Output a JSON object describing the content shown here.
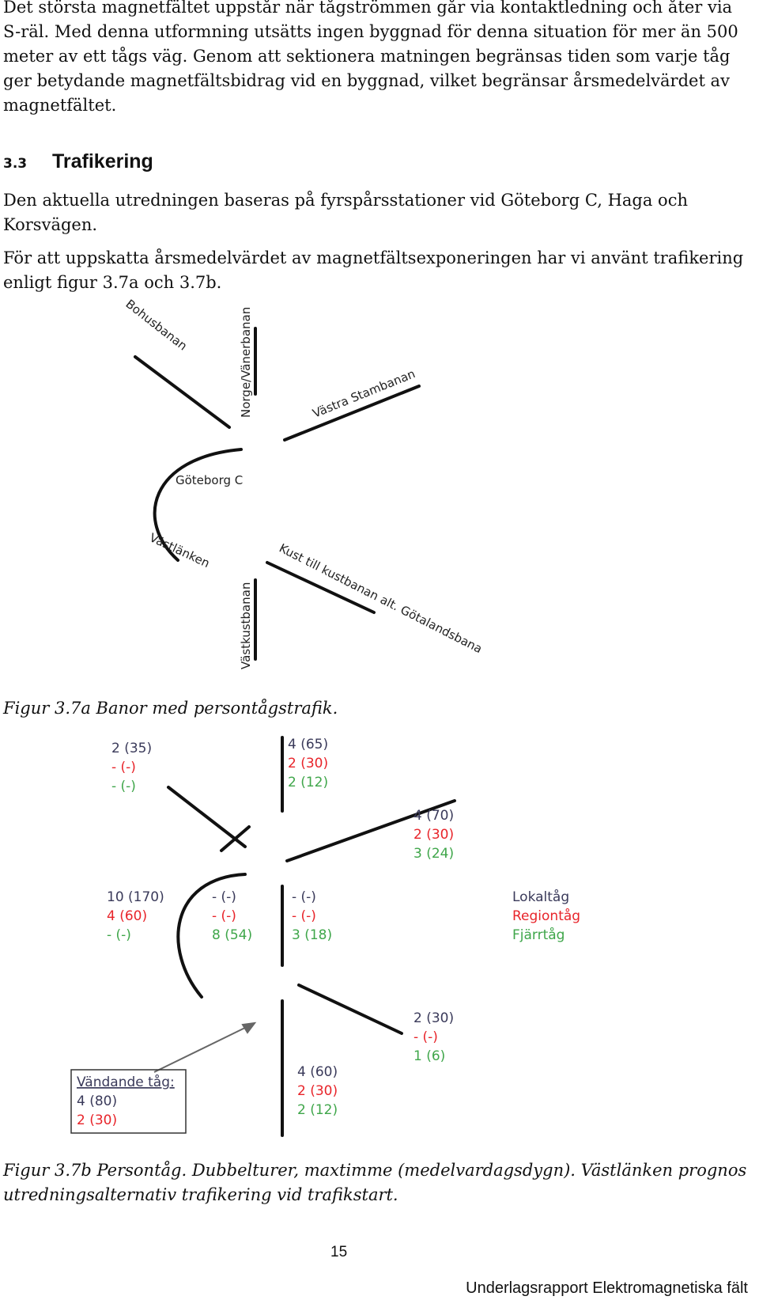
{
  "intro_paragraph": "Det största magnetfältet uppstår när tågströmmen går via kontaktledning och åter via S-räl. Med denna utformning utsätts ingen byggnad för denna situation för mer än 500 meter av ett tågs väg. Genom att sektionera matningen begränsas tiden som varje tåg ger betydande magnetfältsbidrag vid en byggnad, vilket begränsar årsmedelvärdet av magnetfältet.",
  "section": {
    "number": "3.3",
    "title": "Trafikering"
  },
  "paragraph_2": "Den aktuella utredningen baseras på fyrspårsstationer vid Göteborg C, Haga och Korsvägen.",
  "paragraph_3": "För att uppskatta årsmedelvärdet av magnetfältsexponeringen har vi använt trafikering enligt figur 3.7a och 3.7b.",
  "figure_a": {
    "labels": {
      "bohusbanan": "Bohusbanan",
      "norge": "Norge/Vänerbanan",
      "vastra": "Västra Stambanan",
      "goteborg": "Göteborg C",
      "vastlanken": "Västlänken",
      "kust": "Kust till kustbanan  alt.  Götalandsbana",
      "vastkust": "Västkustbanan"
    },
    "caption": "Figur 3.7a Banor med persontågstrafik."
  },
  "figure_b": {
    "groups": {
      "bohus": [
        "2 (35)",
        "-  (-)",
        "-  (-)"
      ],
      "norge": [
        "4 (65)",
        "2 (30)",
        "2 (12)"
      ],
      "vastra": [
        "4 (70)",
        "2 (30)",
        "3 (24)"
      ],
      "left": [
        "10 (170)",
        "4   (60)",
        "-    (-)"
      ],
      "mid1": [
        "-  (-)",
        "-  (-)",
        "8 (54)"
      ],
      "mid2": [
        "-  (-)",
        "-  (-)",
        "3 (18)"
      ],
      "kust": [
        "2 (30)",
        "-  (-)",
        "1 (6)"
      ],
      "vastkust": [
        "4 (60)",
        "2 (30)",
        "2 (12)"
      ]
    },
    "legend": [
      "Lokaltåg",
      "Regiontåg",
      "Fjärrtåg"
    ],
    "vandande": {
      "title": "Vändande tåg:",
      "values": [
        "4 (80)",
        "2 (30)"
      ]
    },
    "colors": {
      "lokal": "#3a3a5a",
      "region": "#e8242a",
      "fjarr": "#3fa64a"
    },
    "caption": "Figur 3.7b Persontåg. Dubbelturer, maxtimme (medelvardagsdygn). Västlänken prognos utredningsalternativ trafikering vid trafikstart."
  },
  "page_number": "15",
  "footer": "Underlagsrapport Elektromagnetiska fält"
}
